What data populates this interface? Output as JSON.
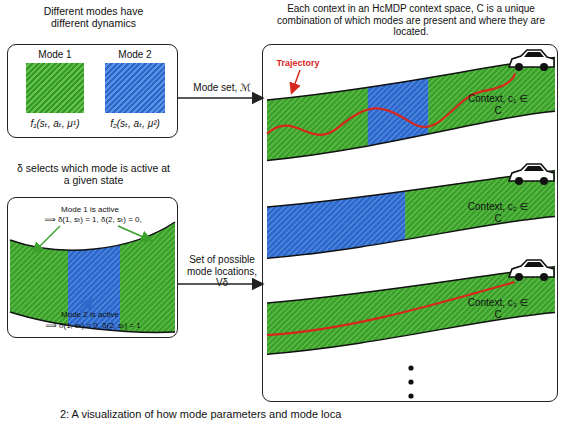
{
  "diagram": {
    "caption": "2: A visualization of how mode parameters and mode loca",
    "nodes": [
      {
        "text": [
          "Different modes have different dynamics"
        ]
      },
      {
        "text": [
          "Mode 1",
          "f₁(sₜ, aₜ, μ¹)"
        ],
        "in": 0
      },
      {
        "text": [
          "Mode 2",
          "f₂(sₜ, aₜ, μ²)"
        ],
        "in": 0
      },
      {
        "text": [
          "δ selects which mode is active at a given state"
        ]
      },
      {
        "text": [
          "Each context in an HcMDP context space, C is a unique combination of which modes are present and where they are located."
        ]
      },
      {
        "text": [
          "Context, c₁ ∈ C"
        ],
        "in": 4
      },
      {
        "text": [
          "Context, c₂ ∈ C"
        ],
        "in": 4
      },
      {
        "text": [
          "Context, c₃ ∈ C"
        ],
        "in": 4
      }
    ],
    "edges": [
      {
        "from": 0,
        "to": 4,
        "label": "Mode set, ℳ",
        "arrow": "to"
      },
      {
        "from": 3,
        "to": 4,
        "label": "Set of possible mode locations, Vδ",
        "arrow": "to"
      }
    ],
    "labels": [
      "Trajectory",
      "Mode 1 is active",
      "⟹ δ(1, sₜ) = 1, δ(2, sₜ) = 0,",
      "Mode 2 is active",
      "⟹ δ(1, sₜ) = 0, δ(2, sₜ) = 1"
    ]
  }
}
